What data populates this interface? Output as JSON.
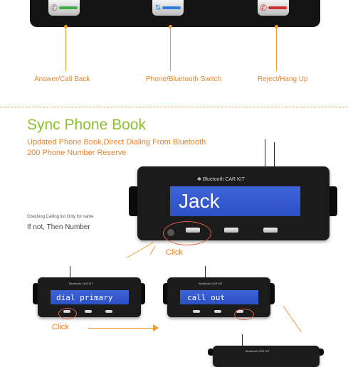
{
  "top_callouts": {
    "answer": "Answer/Call Back",
    "switch": "Phone/Bluetooth Switch",
    "reject": "Reject/Hang Up"
  },
  "section": {
    "title": "Sync Phone Book",
    "line1": "Updated Phone Book,Direct Dialing From Bluetooth",
    "line2": "200 Phone Number Reserve"
  },
  "notes": {
    "checking": "Checking Calling list Only for name",
    "if_not": "If not, Then Number"
  },
  "main_kit": {
    "brand": "Bluetooth CAR KIT",
    "display": "Jack"
  },
  "kit_left": {
    "brand": "Bluetooth CAR KIT",
    "display": "dial primary"
  },
  "kit_right": {
    "brand": "Bluetooth CAR KIT",
    "display": "call out"
  },
  "kit_bottom": {
    "brand": "Bluetooth CAR KIT"
  },
  "click_labels": {
    "main": "Click",
    "left": "Click"
  },
  "colors": {
    "accent": "#e8822a",
    "title": "#8dc030",
    "lcd": "#3457cc"
  },
  "icons": [
    "answer-icon",
    "switch-icon",
    "reject-icon",
    "bluetooth-icon"
  ]
}
